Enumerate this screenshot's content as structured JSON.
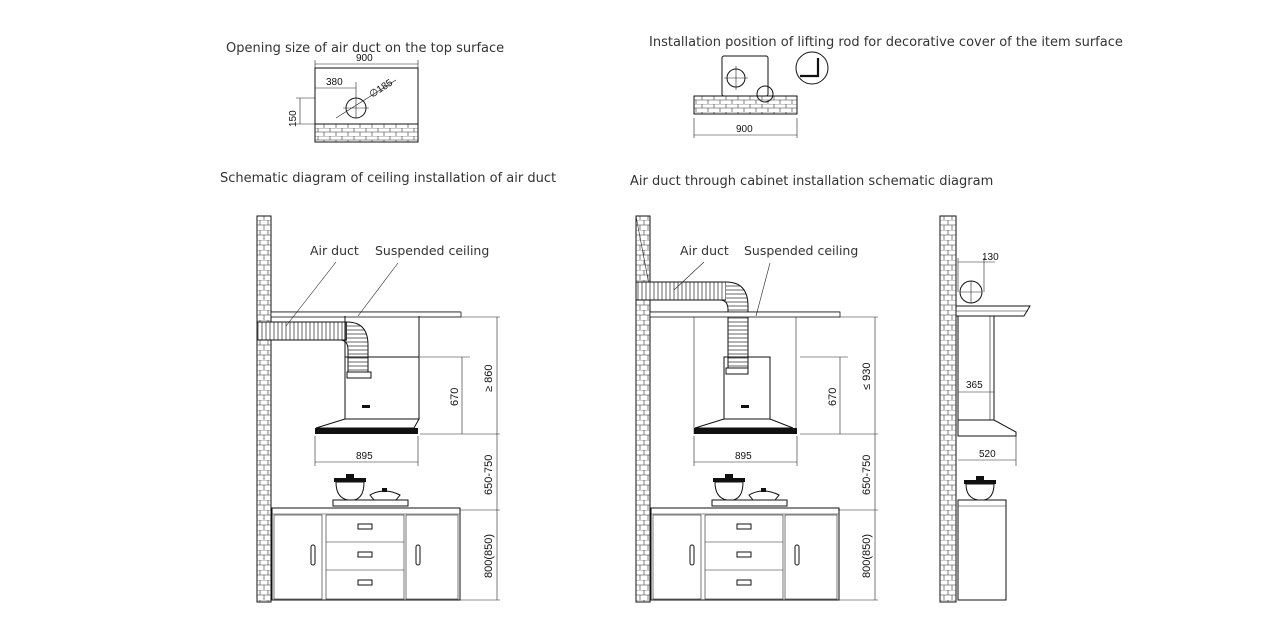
{
  "captions": {
    "top_left": "Opening size of air duct on the top surface",
    "top_right": "Installation position of lifting rod for decorative cover of the item surface",
    "mid_left": "Schematic diagram of ceiling installation of air duct",
    "mid_right": "Air duct through cabinet installation schematic diagram"
  },
  "top_left_dims": {
    "width": "900",
    "offset": "380",
    "diameter": "∅185",
    "depth": "150"
  },
  "top_right_dims": {
    "width": "900"
  },
  "left_diagram": {
    "air_duct": "Air duct",
    "suspended_ceiling": "Suspended ceiling",
    "dim_total": "≥ 860",
    "dim_chimney": "670",
    "dim_hood_width": "895",
    "dim_gap": "650-750",
    "dim_cabinet": "800(850)"
  },
  "right_diagram": {
    "air_duct": "Air duct",
    "suspended_ceiling": "Suspended ceiling",
    "dim_total": "≤ 930",
    "dim_chimney": "670",
    "dim_hood_width": "895",
    "dim_gap": "650-750",
    "dim_cabinet": "800(850)"
  },
  "side_view": {
    "dim_duct": "130",
    "dim_chimney_depth": "365",
    "dim_hood_depth": "520"
  }
}
